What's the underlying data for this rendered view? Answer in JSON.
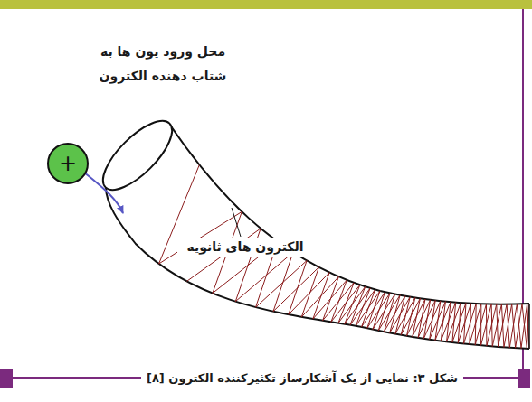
{
  "diagram": {
    "caption": "شکل ۳: نمایی از یک آشکارساز تکثیرکننده الکترون [۸]",
    "nodes": [
      {
        "text": [
          "+"
        ]
      }
    ],
    "labels": [
      "محل ورود یون ها به شتاب دهنده الکترون",
      "الکترون های ثانویه"
    ]
  }
}
